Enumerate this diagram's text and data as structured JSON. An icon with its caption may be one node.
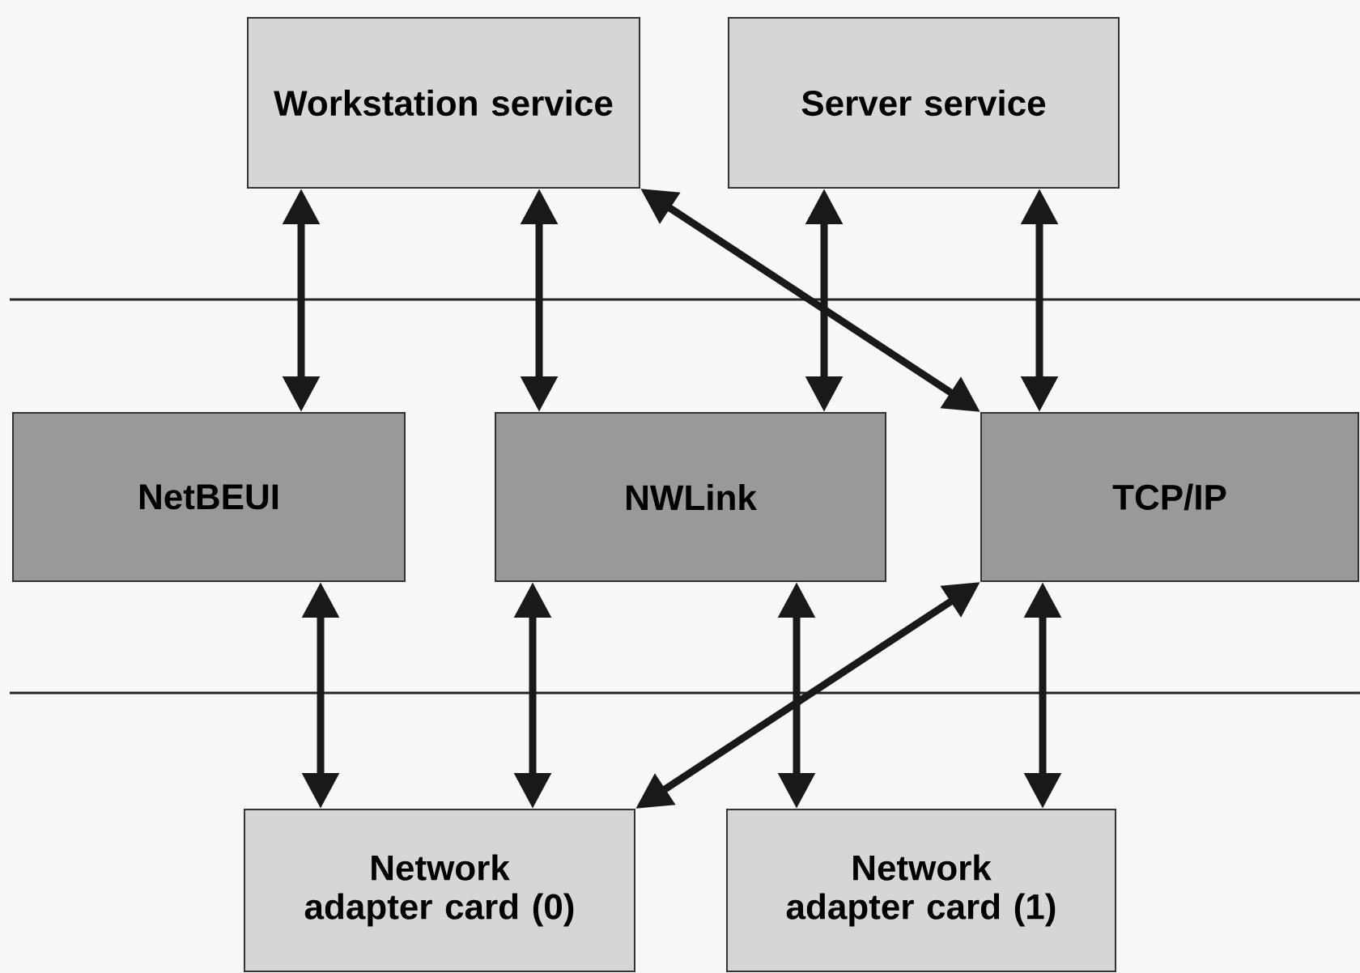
{
  "diagram": {
    "nodes": [
      {
        "text": [
          "Workstation service"
        ]
      },
      {
        "text": [
          "Server service"
        ]
      },
      {
        "text": [
          "NetBEUI"
        ]
      },
      {
        "text": [
          "NWLink"
        ]
      },
      {
        "text": [
          "TCP/IP"
        ]
      },
      {
        "text": [
          "Network adapter card (0)"
        ]
      },
      {
        "text": [
          "Network adapter card (1)"
        ]
      }
    ],
    "edges": [
      {
        "from": 0,
        "to": 2,
        "arrow": "both"
      },
      {
        "from": 0,
        "to": 3,
        "arrow": "both"
      },
      {
        "from": 0,
        "to": 4,
        "arrow": "both"
      },
      {
        "from": 1,
        "to": 3,
        "arrow": "both"
      },
      {
        "from": 1,
        "to": 4,
        "arrow": "both"
      },
      {
        "from": 2,
        "to": 5,
        "arrow": "both"
      },
      {
        "from": 3,
        "to": 5,
        "arrow": "both"
      },
      {
        "from": 3,
        "to": 6,
        "arrow": "both"
      },
      {
        "from": 4,
        "to": 5,
        "arrow": "both"
      },
      {
        "from": 4,
        "to": 6,
        "arrow": "both"
      }
    ]
  }
}
